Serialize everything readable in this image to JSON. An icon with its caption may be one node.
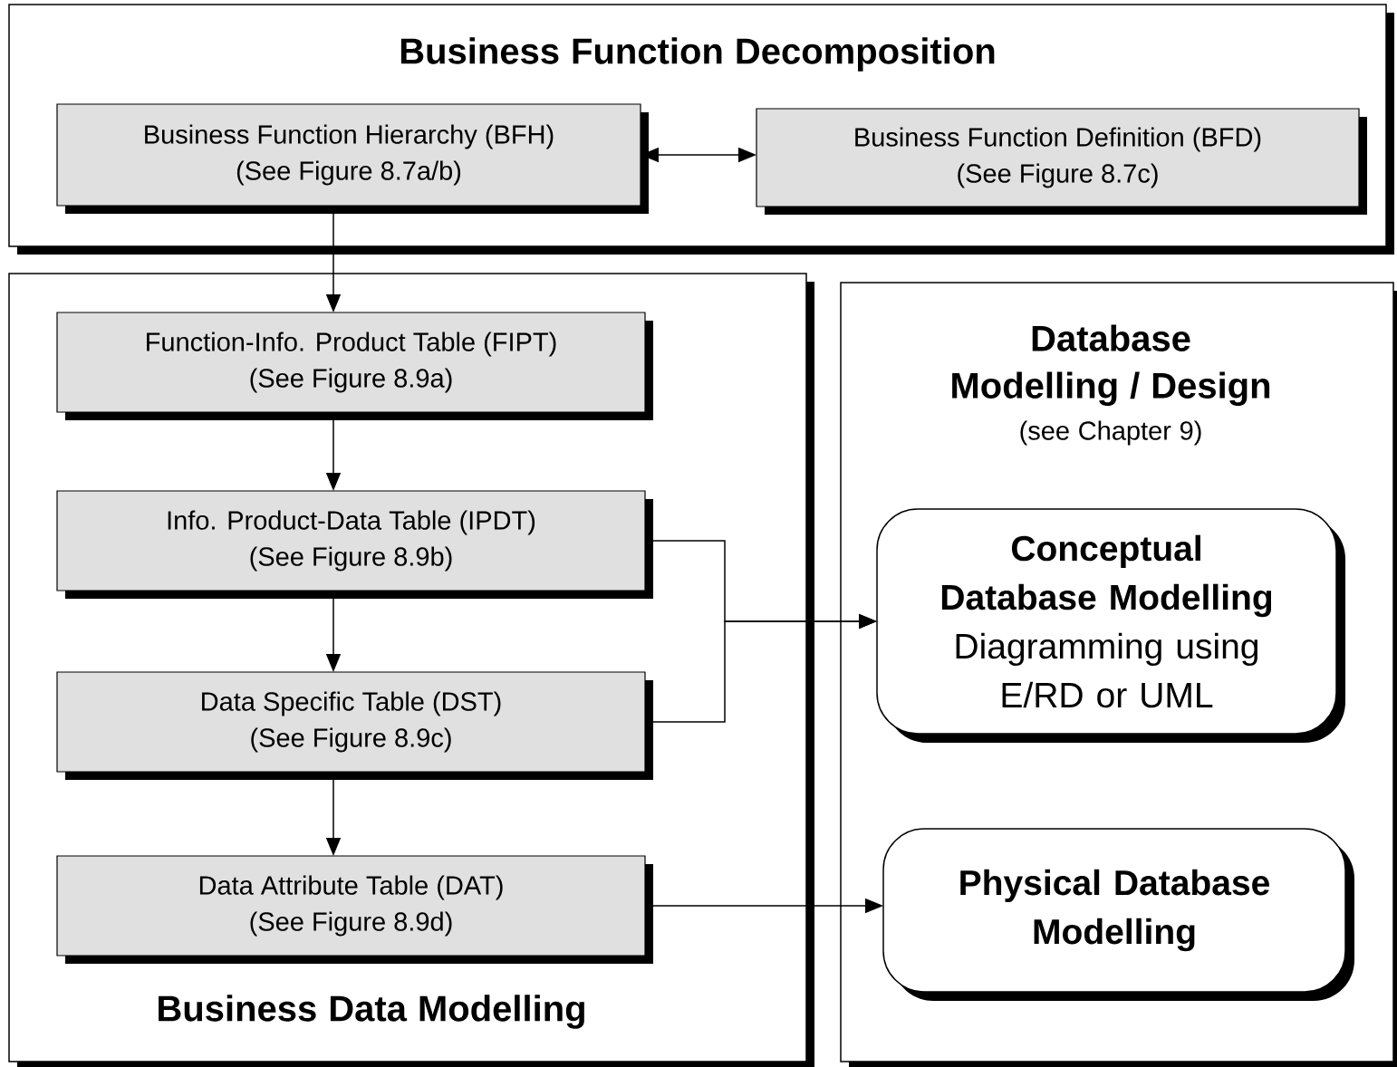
{
  "diagram": {
    "nodes": [
      {
        "text": [
          "Business Function Decomposition"
        ]
      },
      {
        "text": [
          "Business Function Hierarchy (BFH)",
          "(See Figure 8.7a/b)"
        ],
        "in": 0
      },
      {
        "text": [
          "Business Function Definition (BFD)",
          "(See Figure 8.7c)"
        ],
        "in": 0
      },
      {
        "text": [
          "Business Data Modelling"
        ]
      },
      {
        "text": [
          "Function-Info. Product Table (FIPT)",
          "(See Figure 8.9a)"
        ],
        "in": 3
      },
      {
        "text": [
          "Info. Product-Data Table (IPDT)",
          "(See Figure 8.9b)"
        ],
        "in": 3
      },
      {
        "text": [
          "Data Specific Table (DST)",
          "(See Figure 8.9c)"
        ],
        "in": 3
      },
      {
        "text": [
          "Data Attribute Table (DAT)",
          "(See Figure 8.9d)"
        ],
        "in": 3
      },
      {
        "text": [
          "Database Modelling / Design",
          "(see Chapter 9)"
        ]
      },
      {
        "text": [
          "Conceptual Database Modelling",
          "Diagramming using E/RD or UML"
        ],
        "in": 8
      },
      {
        "text": [
          "Physical Database Modelling"
        ],
        "in": 8
      }
    ],
    "edges": [
      {
        "from": 1,
        "to": 2,
        "arrow": "both"
      },
      {
        "from": 1,
        "to": 4,
        "arrow": "to"
      },
      {
        "from": 4,
        "to": 5,
        "arrow": "to"
      },
      {
        "from": 5,
        "to": 6,
        "arrow": "to"
      },
      {
        "from": 6,
        "to": 7,
        "arrow": "to"
      },
      {
        "from": 5,
        "to": 9,
        "arrow": "to"
      },
      {
        "from": 6,
        "to": 9,
        "arrow": "to"
      },
      {
        "from": 7,
        "to": 10,
        "arrow": "to"
      }
    ]
  }
}
